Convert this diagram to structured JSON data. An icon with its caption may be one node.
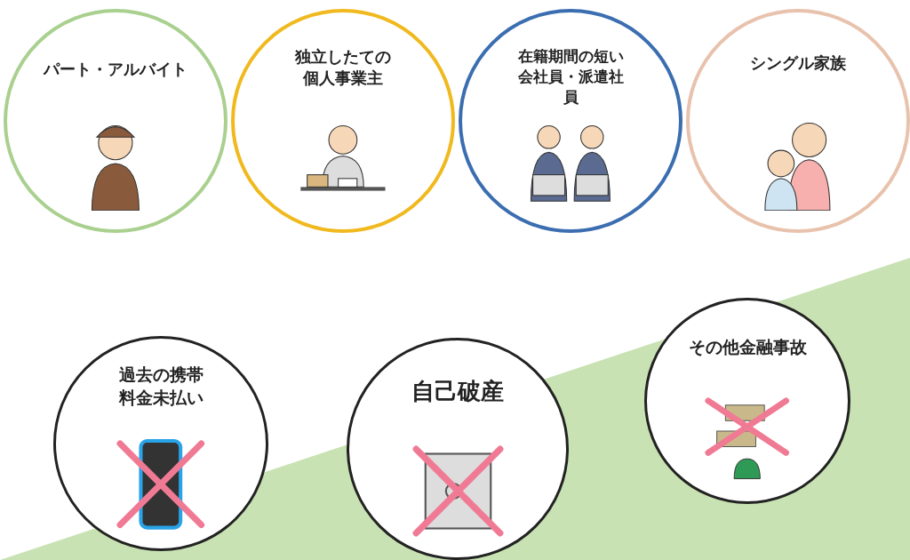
{
  "diagram": {
    "nodes": [
      {
        "text": [
          "パート・アルバイト"
        ]
      },
      {
        "text": [
          "独立したての個人事業主"
        ]
      },
      {
        "text": [
          "在籍期間の短い会社員・派遣社員"
        ]
      },
      {
        "text": [
          "シングル家族"
        ]
      },
      {
        "text": [
          "過去の携帯料金未払い"
        ]
      },
      {
        "text": [
          "自己破産"
        ]
      },
      {
        "text": [
          "その他金融事故"
        ]
      }
    ]
  }
}
